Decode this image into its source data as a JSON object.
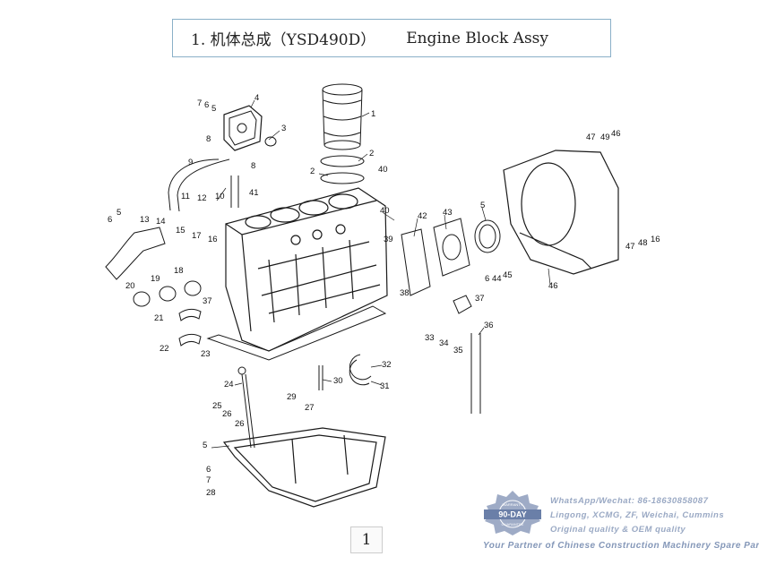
{
  "title": {
    "chinese": "1. 机体总成（YSD490D）",
    "english": "Engine Block Assy"
  },
  "page_number": "1",
  "callouts": [
    "1",
    "2",
    "2",
    "3",
    "4",
    "5",
    "6",
    "7",
    "8",
    "8",
    "9",
    "10",
    "11",
    "12",
    "6",
    "5",
    "13",
    "14",
    "15",
    "16",
    "17",
    "18",
    "19",
    "20",
    "21",
    "22",
    "23",
    "24",
    "25",
    "26",
    "26",
    "27",
    "5",
    "6",
    "7",
    "28",
    "29",
    "30",
    "31",
    "32",
    "33",
    "34",
    "35",
    "36",
    "37",
    "37",
    "38",
    "39",
    "40",
    "40",
    "41",
    "42",
    "43",
    "5",
    "6",
    "44",
    "45",
    "46",
    "47",
    "49",
    "46",
    "47",
    "48",
    "16"
  ],
  "watermark": {
    "badge_top": "WARRANTY",
    "badge_main": "90-DAY",
    "badge_bottom": "GUARANTEE",
    "line1": "WhatsApp/Wechat: 86-18630858087",
    "line2": "Lingong, XCMG, ZF, Weichai, Cummins",
    "line3": "Original quality & OEM quality",
    "line4": "Your Partner of Chinese Construction Machinery Spare Parts"
  },
  "colors": {
    "line": "#1a1a1a",
    "title_border": "#8ab0c8",
    "watermark": "#9aa9c4",
    "badge": "#7d8fb3"
  }
}
